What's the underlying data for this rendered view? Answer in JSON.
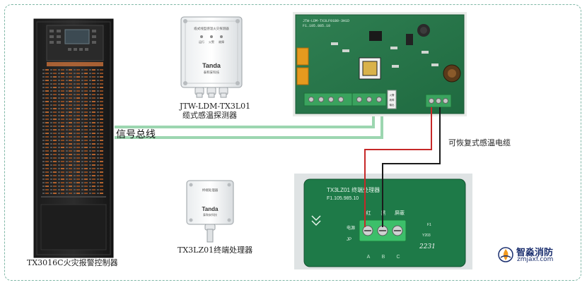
{
  "devices": {
    "controller": {
      "caption": "TX3016C火灾报警控制器"
    },
    "detector": {
      "caption_line1": "JTW-LDM-TX3L01",
      "caption_line2": "缆式感温探测器",
      "brand": "Tanda",
      "brand_sub": "泰和安科技",
      "top_text": "缆式线型感温火灾探测器",
      "led_labels": [
        "运行",
        "火警",
        "故障"
      ]
    },
    "terminal": {
      "caption": "TX3LZ01终端处理器",
      "brand": "Tanda",
      "brand_sub": "泰和安科技",
      "top_text": "终端处理器"
    },
    "pcb": {
      "silk_line1": "JTW-LDM-TX3LF01B0-3H1D",
      "silk_line2": "F1.105.885.10",
      "terminal_labels": [
        "火警",
        "故障",
        "输出"
      ]
    },
    "terminal_board": {
      "title": "TX3LZ01 终端处理器",
      "part": "F1.105.985.10",
      "pin_labels": [
        "红",
        "黑",
        "屏蔽"
      ],
      "abc": [
        "A",
        "B",
        "C"
      ],
      "left_mark": "电源",
      "jp": "JP",
      "f1": "F1",
      "date_code": "Y203",
      "handwriting": "2231"
    }
  },
  "labels": {
    "signal_bus": "信号总线",
    "cable": "可恢复式感温电缆"
  },
  "watermark": {
    "name": "智淼消防",
    "url": "zmjaxf.com"
  },
  "colors": {
    "bus": "#9cd6b0",
    "red_wire": "#c62828",
    "black_wire": "#1b1b1b",
    "pcb": "#2e7d4f",
    "frame": "#7fb7a6"
  }
}
